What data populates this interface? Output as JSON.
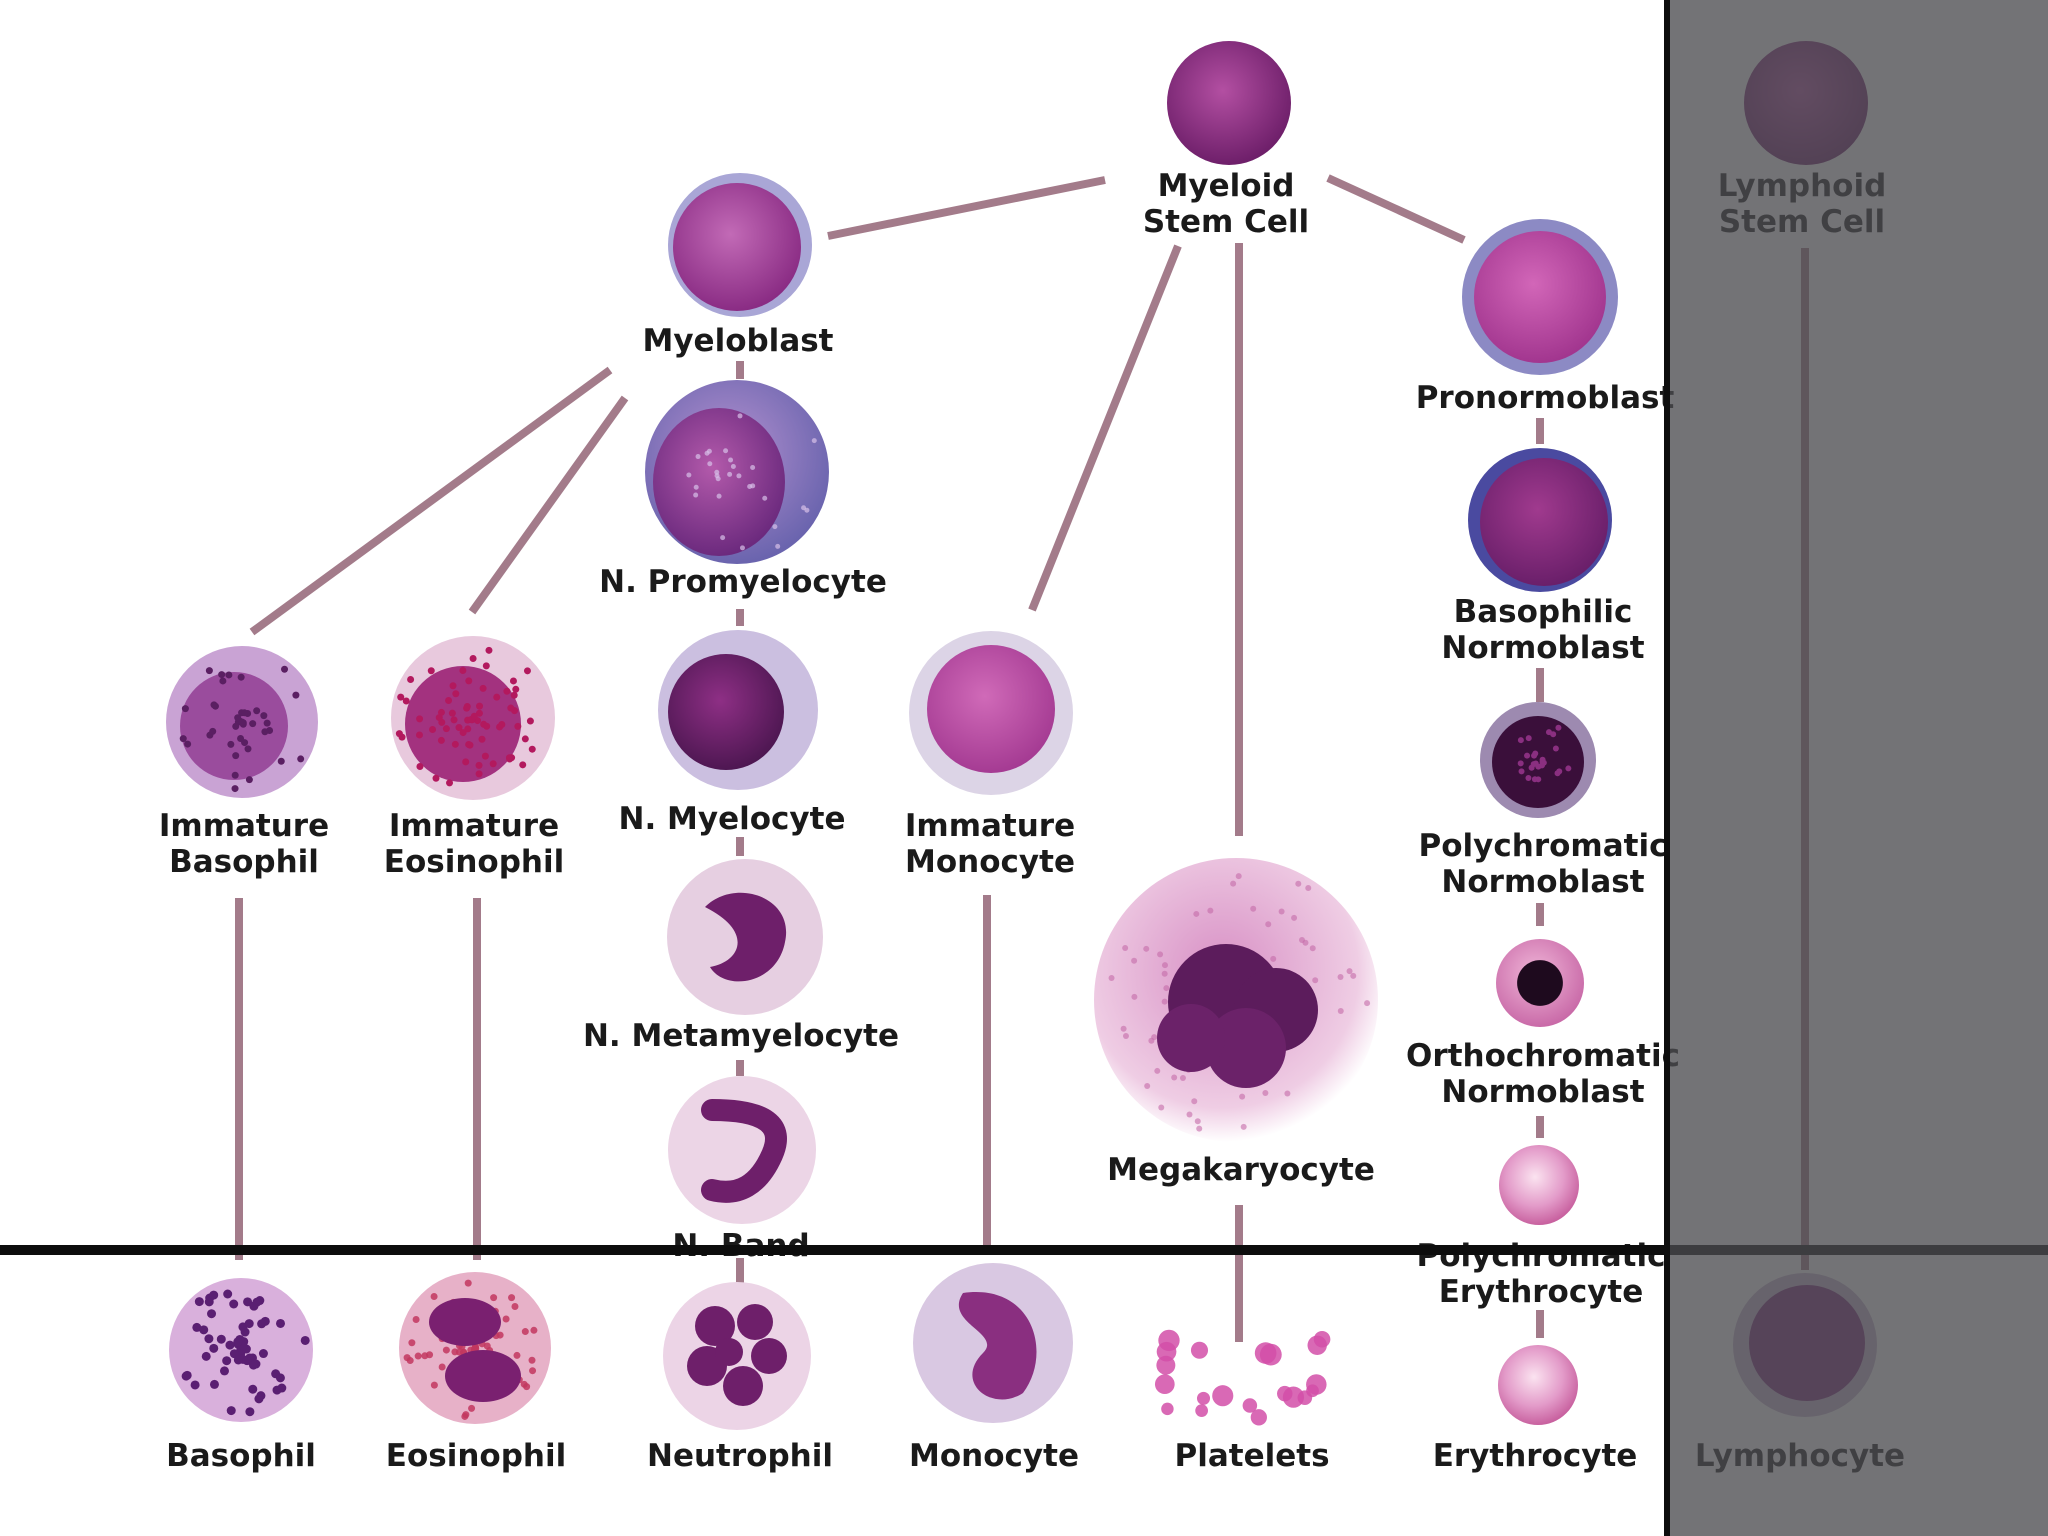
{
  "colors": {
    "connector": "#a37b8a",
    "nucleus_dark": "#5c1c5c",
    "nucleus_mid": "#8e2f85",
    "cytoplasm_pink": "#d49ac6",
    "cytoplasm_blue": "#8e8cc6",
    "overlay": "#4b4b50",
    "divider": "#0d0d0d"
  },
  "labels": {
    "myeloid_stem": [
      "Myeloid",
      "Stem Cell"
    ],
    "lymphoid_stem": [
      "Lymphoid",
      "Stem Cell"
    ],
    "myeloblast": [
      "Myeloblast"
    ],
    "promyelocyte": [
      "N. Promyelocyte"
    ],
    "myelocyte": [
      "N. Myelocyte"
    ],
    "metamyelocyte": [
      "N. Metamyelocyte"
    ],
    "band": [
      "N. Band"
    ],
    "immature_basophil": [
      "Immature",
      "Basophil"
    ],
    "immature_eosinophil": [
      "Immature",
      "Eosinophil"
    ],
    "immature_monocyte": [
      "Immature",
      "Monocyte"
    ],
    "megakaryocyte": [
      "Megakaryocyte"
    ],
    "pronormoblast": [
      "Pronormoblast"
    ],
    "basophilic_normoblast": [
      "Basophilic",
      "Normoblast"
    ],
    "polychromatic_normoblast": [
      "Polychromatic",
      "Normoblast"
    ],
    "orthochromatic_normoblast": [
      "Orthochromatic",
      "Normoblast"
    ],
    "polychromatic_erythrocyte": [
      "Polychromatic",
      "Erythrocyte"
    ],
    "basophil": [
      "Basophil"
    ],
    "eosinophil": [
      "Eosinophil"
    ],
    "neutrophil": [
      "Neutrophil"
    ],
    "monocyte": [
      "Monocyte"
    ],
    "platelets": [
      "Platelets"
    ],
    "erythrocyte": [
      "Erythrocyte"
    ],
    "lymphocyte": [
      "Lymphocyte"
    ]
  },
  "cells": [
    {
      "id": "myeloid_stem",
      "icon": "myeloid-stem-cell-icon",
      "style": "stem"
    },
    {
      "id": "lymphoid_stem",
      "icon": "lymphoid-stem-cell-icon",
      "style": "stem"
    },
    {
      "id": "myeloblast",
      "icon": "myeloblast-cell-icon",
      "style": "blast"
    },
    {
      "id": "promyelocyte",
      "icon": "promyelocyte-cell-icon",
      "style": "promyelocyte"
    },
    {
      "id": "myelocyte",
      "icon": "myelocyte-cell-icon",
      "style": "myelocyte"
    },
    {
      "id": "metamyelocyte",
      "icon": "metamyelocyte-cell-icon",
      "style": "kidney"
    },
    {
      "id": "band",
      "icon": "band-cell-icon",
      "style": "band"
    },
    {
      "id": "immature_basophil",
      "icon": "immature-basophil-cell-icon",
      "style": "granular-purple"
    },
    {
      "id": "immature_eosinophil",
      "icon": "immature-eosinophil-cell-icon",
      "style": "granular-red"
    },
    {
      "id": "immature_monocyte",
      "icon": "immature-monocyte-cell-icon",
      "style": "blast-pale"
    },
    {
      "id": "megakaryocyte",
      "icon": "megakaryocyte-cell-icon",
      "style": "mega"
    },
    {
      "id": "pronormoblast",
      "icon": "pronormoblast-cell-icon",
      "style": "pronormo"
    },
    {
      "id": "basophilic_normoblast",
      "icon": "basophilic-normoblast-cell-icon",
      "style": "baso-normo"
    },
    {
      "id": "polychromatic_normoblast",
      "icon": "polychromatic-normoblast-cell-icon",
      "style": "poly-normo"
    },
    {
      "id": "orthochromatic_normoblast",
      "icon": "orthochromatic-normoblast-cell-icon",
      "style": "ortho"
    },
    {
      "id": "polychromatic_erythrocyte",
      "icon": "polychromatic-erythrocyte-cell-icon",
      "style": "rbc"
    },
    {
      "id": "basophil",
      "icon": "basophil-cell-icon",
      "style": "basophil"
    },
    {
      "id": "eosinophil",
      "icon": "eosinophil-cell-icon",
      "style": "eosinophil"
    },
    {
      "id": "neutrophil",
      "icon": "neutrophil-cell-icon",
      "style": "neutrophil"
    },
    {
      "id": "monocyte",
      "icon": "monocyte-cell-icon",
      "style": "monocyte"
    },
    {
      "id": "platelets",
      "icon": "platelets-icon",
      "style": "platelets"
    },
    {
      "id": "erythrocyte",
      "icon": "erythrocyte-cell-icon",
      "style": "rbc"
    },
    {
      "id": "lymphocyte",
      "icon": "lymphocyte-cell-icon",
      "style": "lymph"
    }
  ],
  "connectors": [
    [
      "myeloid_stem",
      "myeloblast"
    ],
    [
      "myeloid_stem",
      "pronormoblast"
    ],
    [
      "myeloid_stem",
      "immature_monocyte"
    ],
    [
      "myeloid_stem",
      "megakaryocyte"
    ],
    [
      "myeloblast",
      "promyelocyte"
    ],
    [
      "myeloblast",
      "immature_basophil"
    ],
    [
      "myeloblast",
      "immature_eosinophil"
    ],
    [
      "promyelocyte",
      "myelocyte"
    ],
    [
      "myelocyte",
      "metamyelocyte"
    ],
    [
      "metamyelocyte",
      "band"
    ],
    [
      "band",
      "neutrophil"
    ],
    [
      "immature_basophil",
      "basophil"
    ],
    [
      "immature_eosinophil",
      "eosinophil"
    ],
    [
      "immature_monocyte",
      "monocyte"
    ],
    [
      "megakaryocyte",
      "platelets"
    ],
    [
      "pronormoblast",
      "basophilic_normoblast"
    ],
    [
      "basophilic_normoblast",
      "polychromatic_normoblast"
    ],
    [
      "polychromatic_normoblast",
      "orthochromatic_normoblast"
    ],
    [
      "orthochromatic_normoblast",
      "polychromatic_erythrocyte"
    ],
    [
      "polychromatic_erythrocyte",
      "erythrocyte"
    ],
    [
      "lymphoid_stem",
      "lymphocyte"
    ]
  ]
}
